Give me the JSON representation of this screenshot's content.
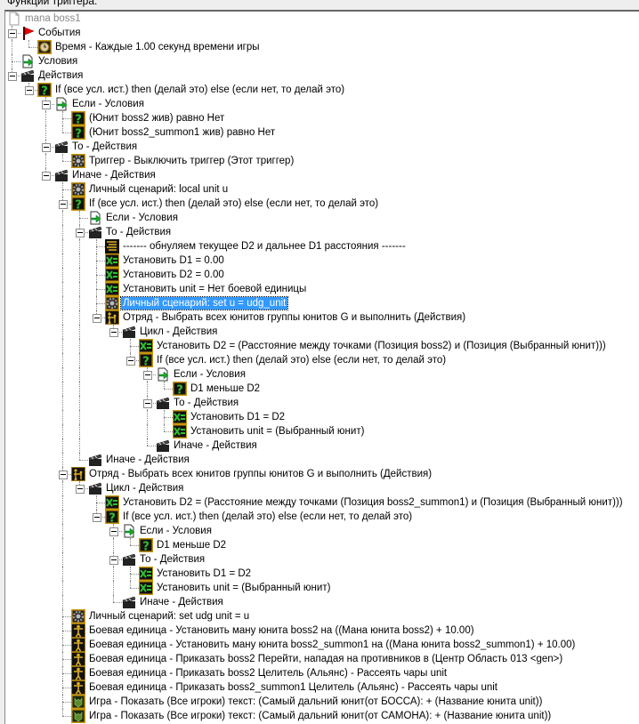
{
  "header": "Функции триггера:",
  "selected_index": 20,
  "rows": [
    {
      "l": 0,
      "i": "doc",
      "t": "mana boss1"
    },
    {
      "l": 1,
      "i": "flag",
      "t": "События",
      "e": 1
    },
    {
      "l": 2,
      "i": "clock",
      "t": "Время - Каждые 1.00 секунд времени игры"
    },
    {
      "l": 1,
      "i": "cond",
      "t": "Условия"
    },
    {
      "l": 1,
      "i": "act",
      "t": "Действия",
      "e": 1
    },
    {
      "l": 2,
      "i": "if",
      "t": "If (все усл. ист.) then (делай это) else (если нет, то делай это)",
      "e": 1
    },
    {
      "l": 3,
      "i": "cond",
      "t": "Если - Условия",
      "e": 1
    },
    {
      "l": 4,
      "i": "if",
      "t": "(Юнит boss2 жив) равно Нет"
    },
    {
      "l": 4,
      "i": "if",
      "t": "(Юнит boss2_summon1 жив) равно Нет"
    },
    {
      "l": 3,
      "i": "act",
      "t": "То - Действия",
      "e": 1
    },
    {
      "l": 4,
      "i": "gear",
      "t": "Триггер - Выключить триггер (Этот триггер)"
    },
    {
      "l": 3,
      "i": "act",
      "t": "Иначе - Действия",
      "e": 1
    },
    {
      "l": 4,
      "i": "gear",
      "t": "Личный сценарий:   local unit u"
    },
    {
      "l": 4,
      "i": "if",
      "t": "If (все усл. ист.) then (делай это) else (если нет, то делай это)",
      "e": 1
    },
    {
      "l": 5,
      "i": "cond",
      "t": "Если - Условия"
    },
    {
      "l": 5,
      "i": "act",
      "t": "То - Действия",
      "e": 1
    },
    {
      "l": 6,
      "i": "comment",
      "t": "------- обнуляем текущее D2 и дальнее D1 расстояния -------"
    },
    {
      "l": 6,
      "i": "set",
      "t": "Установить D1 = 0.00"
    },
    {
      "l": 6,
      "i": "set",
      "t": "Установить D2 = 0.00"
    },
    {
      "l": 6,
      "i": "set",
      "t": "Установить unit = Нет боевой единицы"
    },
    {
      "l": 6,
      "i": "gear",
      "t": "Личный сценарий:   set u = udg_unit"
    },
    {
      "l": 6,
      "i": "group",
      "t": "Отряд - Выбрать всех юнитов группы юнитов G и выполнить (Действия)",
      "e": 1
    },
    {
      "l": 7,
      "i": "act",
      "t": "Цикл - Действия",
      "e": 1
    },
    {
      "l": 8,
      "i": "set",
      "t": "Установить D2 = (Расстояние между точками (Позиция boss2) и (Позиция (Выбранный юнит)))"
    },
    {
      "l": 8,
      "i": "if",
      "t": "If (все усл. ист.) then (делай это) else (если нет, то делай это)",
      "e": 1
    },
    {
      "l": 9,
      "i": "cond",
      "t": "Если - Условия",
      "e": 1
    },
    {
      "l": 10,
      "i": "if",
      "t": "D1 меньше D2"
    },
    {
      "l": 9,
      "i": "act",
      "t": "То - Действия",
      "e": 1
    },
    {
      "l": 10,
      "i": "set",
      "t": "Установить D1 = D2"
    },
    {
      "l": 10,
      "i": "set",
      "t": "Установить unit = (Выбранный юнит)"
    },
    {
      "l": 9,
      "i": "act",
      "t": "Иначе - Действия"
    },
    {
      "l": 5,
      "i": "act",
      "t": "Иначе - Действия"
    },
    {
      "l": 4,
      "i": "group",
      "t": "Отряд - Выбрать всех юнитов группы юнитов G и выполнить (Действия)",
      "e": 1
    },
    {
      "l": 5,
      "i": "act",
      "t": "Цикл - Действия",
      "e": 1
    },
    {
      "l": 6,
      "i": "set",
      "t": "Установить D2 = (Расстояние между точками (Позиция boss2_summon1) и (Позиция (Выбранный юнит)))"
    },
    {
      "l": 6,
      "i": "if",
      "t": "If (все усл. ист.) then (делай это) else (если нет, то делай это)",
      "e": 1
    },
    {
      "l": 7,
      "i": "cond",
      "t": "Если - Условия",
      "e": 1
    },
    {
      "l": 8,
      "i": "if",
      "t": "D1 меньше D2"
    },
    {
      "l": 7,
      "i": "act",
      "t": "То - Действия",
      "e": 1
    },
    {
      "l": 8,
      "i": "set",
      "t": "Установить D1 = D2"
    },
    {
      "l": 8,
      "i": "set",
      "t": "Установить unit = (Выбранный юнит)"
    },
    {
      "l": 7,
      "i": "act",
      "t": "Иначе - Действия"
    },
    {
      "l": 4,
      "i": "gear",
      "t": "Личный сценарий:   set udg unit = u"
    },
    {
      "l": 4,
      "i": "unit",
      "t": "Боевая единица - Установить ману юнита boss2 на ((Мана юнита boss2) + 10.00)"
    },
    {
      "l": 4,
      "i": "unit",
      "t": "Боевая единица - Установить ману юнита boss2_summon1 на ((Мана юнита boss2_summon1) + 10.00)"
    },
    {
      "l": 4,
      "i": "unit",
      "t": "Боевая единица - Приказать boss2 Перейти, нападая на противников в (Центр Область 013 <gen>)"
    },
    {
      "l": 4,
      "i": "unit",
      "t": "Боевая единица - Приказать boss2 Целитель (Альянс) - Рассеять чары unit"
    },
    {
      "l": 4,
      "i": "unit",
      "t": "Боевая единица - Приказать boss2_summon1 Целитель (Альянс) - Рассеять чары unit"
    },
    {
      "l": 4,
      "i": "game",
      "t": "Игра - Показать (Все игроки) текст: (Самый дальний юнит(от БОССА):  + (Название юнита unit))"
    },
    {
      "l": 4,
      "i": "game",
      "t": "Игра - Показать (Все игроки) текст: (Самый дальний юнит(от САМОНА):  + (Название юнита unit))"
    }
  ]
}
